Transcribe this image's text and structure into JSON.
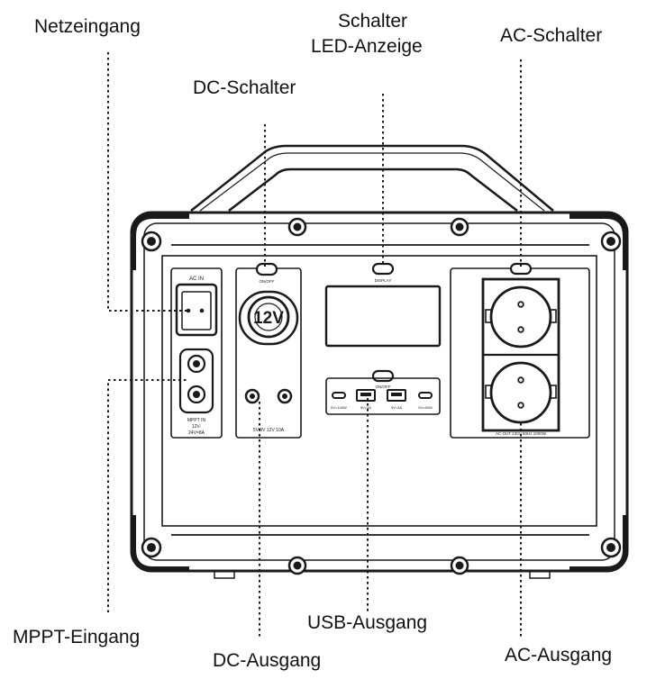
{
  "labels": {
    "netzeingang": "Netzeingang",
    "schalter_line1": "Schalter",
    "schalter_line2": "LED-Anzeige",
    "ac_schalter": "AC-Schalter",
    "dc_schalter": "DC-Schalter",
    "mppt_eingang": "MPPT-Eingang",
    "dc_ausgang": "DC-Ausgang",
    "usb_ausgang": "USB-Ausgang",
    "ac_ausgang": "AC-Ausgang"
  },
  "device": {
    "ac_in_label": "AC IN",
    "mppt_text_1": "MPPT IN",
    "mppt_text_2": "12V-",
    "mppt_text_3": "24V=8A",
    "dc_socket_text": "12V",
    "dc_rating": "5V/9V 12V 10A",
    "dc_button_text": "ON/OFF",
    "display_button_text": "DISPLAY",
    "usb_button_text": "ON/OFF",
    "usb_port_1": "5V=100W",
    "usb_port_2": "5V=3A",
    "usb_port_3": "5V=3A",
    "usb_port_4": "5V=60W",
    "ac_rating": "AC OUT 230V 50Hz 1000W"
  },
  "colors": {
    "line": "#1a1a1a",
    "panel_fill": "#ffffff",
    "background": "#ffffff"
  }
}
